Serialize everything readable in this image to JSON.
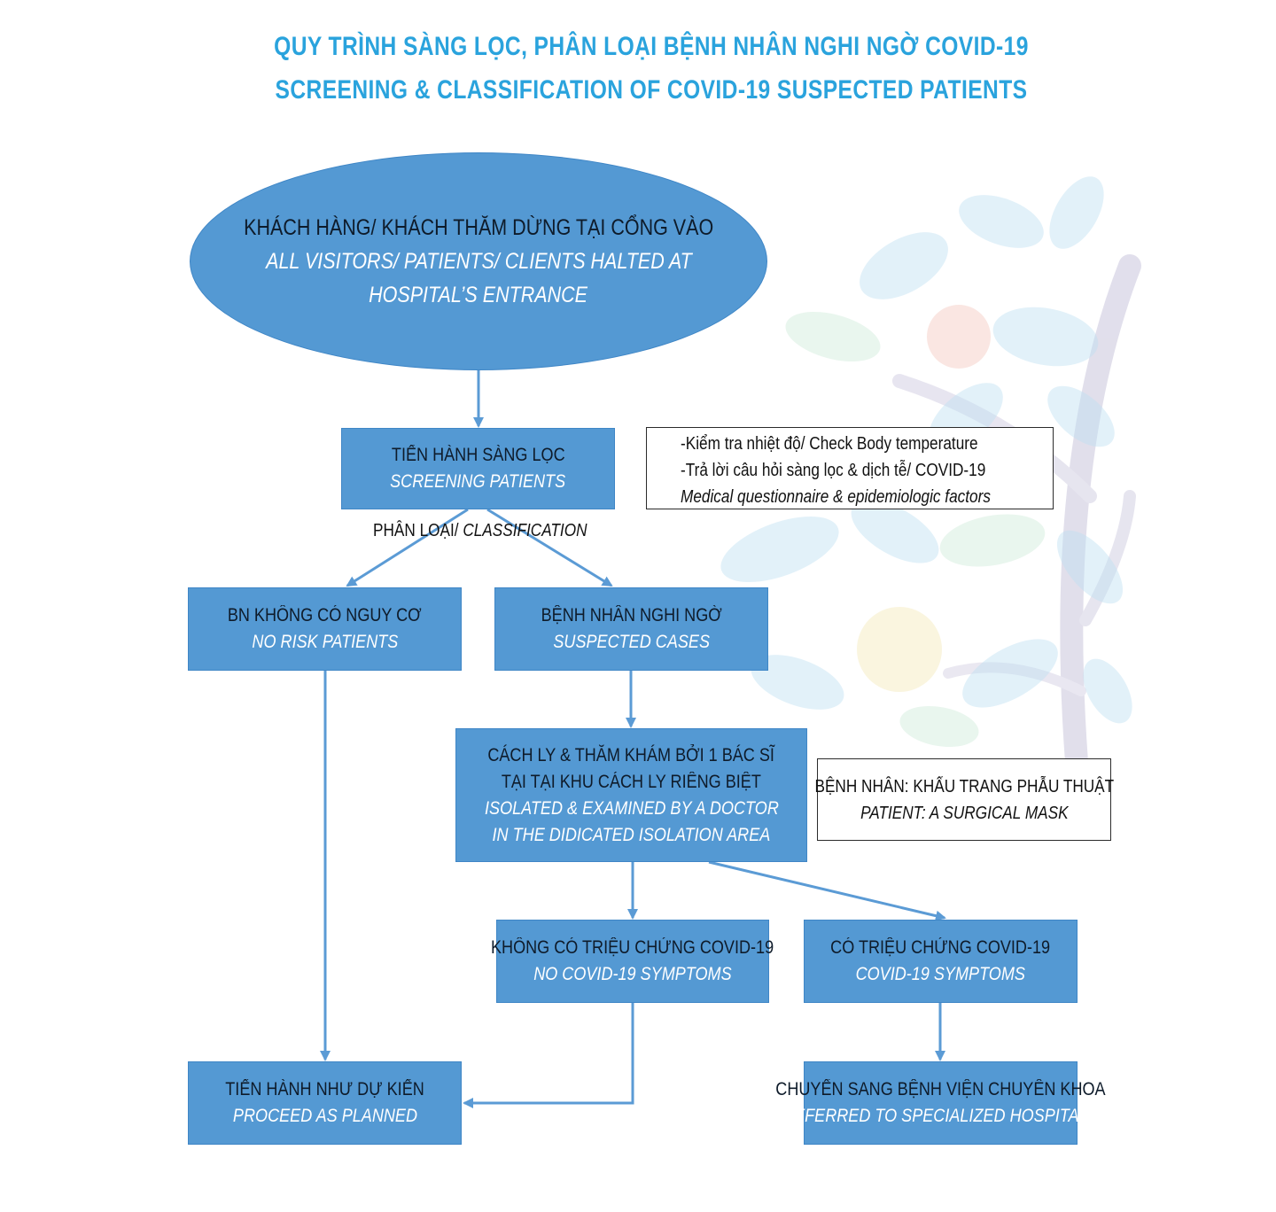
{
  "title": {
    "line_vi": "QUY TRÌNH SÀNG LỌC, PHÂN LOẠI BỆNH NHÂN NGHI NGỜ COVID-19",
    "line_en": "SCREENING & CLASSIFICATION OF COVID-19 SUSPECTED PATIENTS"
  },
  "colors": {
    "title": "#2aa3dd",
    "box_fill": "#5499d3",
    "arrow": "#5b9bd5",
    "text_dark": "#0e1b2a",
    "text_light": "#ffffff"
  },
  "nodes": {
    "entrance": {
      "vi": "KHÁCH HÀNG/ KHÁCH THĂM DỪNG TẠI CỔNG VÀO",
      "en_line1": "ALL VISITORS/ PATIENTS/ CLIENTS HALTED AT",
      "en_line2": "HOSPITAL’S ENTRANCE"
    },
    "screening": {
      "vi": "TIẾN HÀNH SÀNG LỌC",
      "en": "SCREENING PATIENTS"
    },
    "no_risk": {
      "vi": "BN KHÔNG CÓ NGUY CƠ",
      "en": "NO RISK PATIENTS"
    },
    "suspected": {
      "vi": "BỆNH NHÂN NGHI NGỜ",
      "en": "SUSPECTED CASES"
    },
    "isolated": {
      "vi_line1": "CÁCH LY & THĂM KHÁM BỞI 1 BÁC SĨ",
      "vi_line2": "TẠI TẠI KHU CÁCH LY RIÊNG BIỆT",
      "en_line1": "ISOLATED & EXAMINED BY A DOCTOR",
      "en_line2": "IN THE DIDICATED ISOLATION AREA"
    },
    "no_symptoms": {
      "vi": "KHÔNG CÓ TRIỆU CHỨNG COVID-19",
      "en": "NO COVID-19 SYMPTOMS"
    },
    "symptoms": {
      "vi": "CÓ TRIỆU CHỨNG COVID-19",
      "en": "COVID-19 SYMPTOMS"
    },
    "proceed": {
      "vi": "TIẾN HÀNH NHƯ DỰ KIẾN",
      "en": "PROCEED AS PLANNED"
    },
    "referred": {
      "vi": "CHUYỂN SANG BỆNH VIỆN CHUYÊN KHOA",
      "en": "REFERRED TO SPECIALIZED HOSPITALS"
    }
  },
  "notes": {
    "screening_note": {
      "line1": "-Kiểm tra nhiệt độ/ Check Body temperature",
      "line2": "-Trả lời câu hỏi sàng lọc & dịch tễ/ COVID-19",
      "line3": "Medical questionnaire & epidemiologic factors"
    },
    "mask_note": {
      "line1": "BỆNH NHÂN:  KHẨU TRANG PHẪU THUẬT",
      "line2": "PATIENT: A SURGICAL MASK"
    }
  },
  "classification": {
    "vi": "PHÂN LOẠI/ ",
    "en": "CLASSIFICATION"
  }
}
